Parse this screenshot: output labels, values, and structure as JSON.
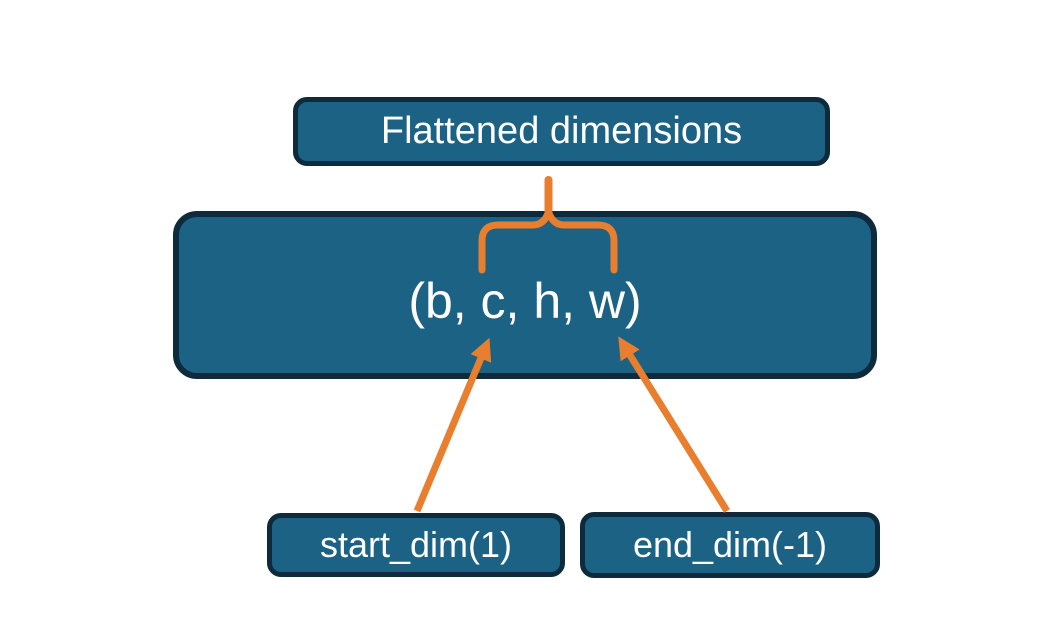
{
  "diagram": {
    "background": "#ffffff",
    "colors": {
      "node_fill": "#1B6284",
      "node_border": "#0D2B3C",
      "node_text": "#FFFFFF",
      "connector": "#E87E2E"
    },
    "nodes": {
      "flattened": {
        "label": "Flattened dimensions"
      },
      "tensor": {
        "label": "(b, c, h, w)"
      },
      "start_dim": {
        "label": "start_dim(1)"
      },
      "end_dim": {
        "label": "end_dim(-1)"
      }
    },
    "connectors": {
      "brace": {
        "from": "flattened",
        "to": "tensor"
      },
      "arrow_start": {
        "from": "start_dim",
        "to": "tensor"
      },
      "arrow_end": {
        "from": "end_dim",
        "to": "tensor"
      }
    }
  }
}
